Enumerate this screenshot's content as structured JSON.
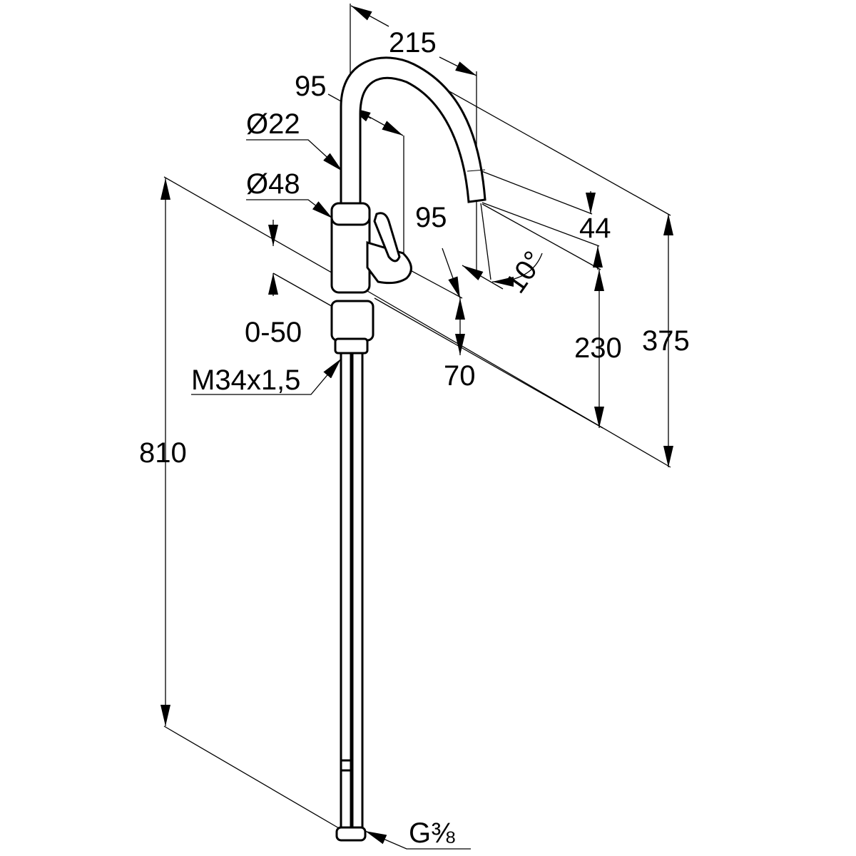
{
  "drawing": {
    "dimensions": {
      "spout_reach": "215",
      "spout_inner": "95",
      "spout_diameter": "Ø22",
      "body_diameter": "Ø48",
      "handle_reach": "95",
      "tip_height": "44",
      "tilt_angle": "10°",
      "counter_thickness": "0-50",
      "handle_height": "70",
      "outlet_height": "230",
      "total_height": "375",
      "hose_length": "810",
      "thread": "M34x1,5",
      "connection": "G⅜"
    }
  }
}
